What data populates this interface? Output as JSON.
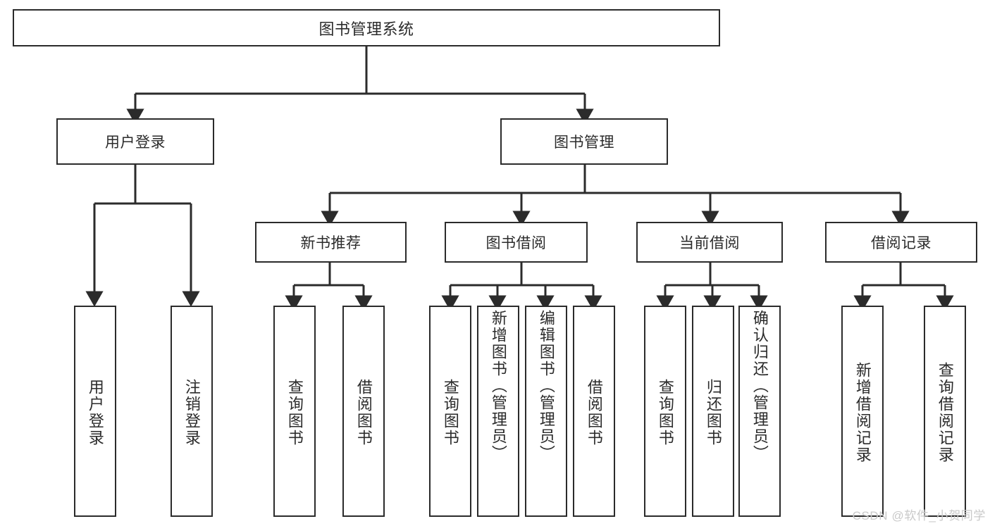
{
  "diagram": {
    "title": "图书管理系统",
    "type": "tree-hierarchy-diagram",
    "colors": {
      "stroke": "#2b2b2b",
      "fill": "#ffffff",
      "watermark": "#c9c9c9"
    },
    "root": {
      "label": "图书管理系统"
    },
    "level2": [
      {
        "label": "用户登录"
      },
      {
        "label": "图书管理"
      }
    ],
    "level3": [
      {
        "label": "新书推荐"
      },
      {
        "label": "图书借阅"
      },
      {
        "label": "当前借阅"
      },
      {
        "label": "借阅记录"
      }
    ],
    "leaves": {
      "user_login": [
        {
          "label": "用户登录"
        },
        {
          "label": "注销登录"
        }
      ],
      "new_book_recommend": [
        {
          "label": "查询图书"
        },
        {
          "label": "借阅图书"
        }
      ],
      "book_borrow": [
        {
          "label": "查询图书"
        },
        {
          "label": "新增图书（管理员）"
        },
        {
          "label": "编辑图书（管理员）"
        },
        {
          "label": "借阅图书"
        }
      ],
      "current_borrow": [
        {
          "label": "查询图书"
        },
        {
          "label": "归还图书"
        },
        {
          "label": "确认归还（管理员）"
        }
      ],
      "borrow_record": [
        {
          "label": "新增借阅记录"
        },
        {
          "label": "查询借阅记录"
        }
      ]
    },
    "watermark": "CSDN @软件_小贺同学"
  }
}
